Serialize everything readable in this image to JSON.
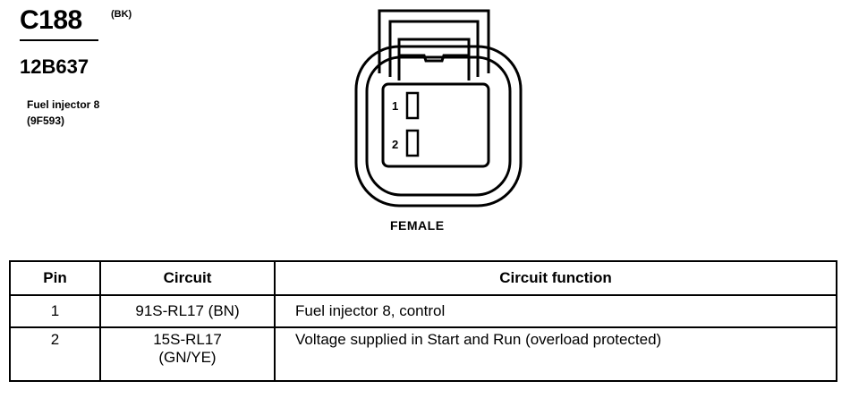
{
  "header": {
    "connector_id": "C188",
    "color_code": "(BK)",
    "part_number": "12B637",
    "description_line1": "Fuel injector 8",
    "description_line2": "(9F593)"
  },
  "diagram": {
    "gender_label": "FEMALE",
    "pin_labels": [
      "1",
      "2"
    ]
  },
  "table": {
    "headers": {
      "pin": "Pin",
      "circuit": "Circuit",
      "function": "Circuit function"
    },
    "rows": [
      {
        "pin": "1",
        "circuit_line1": "91S-RL17 (BN)",
        "circuit_line2": "",
        "function": "Fuel injector 8, control"
      },
      {
        "pin": "2",
        "circuit_line1": "15S-RL17",
        "circuit_line2": "(GN/YE)",
        "function": "Voltage supplied in Start and Run (overload protected)"
      }
    ]
  }
}
